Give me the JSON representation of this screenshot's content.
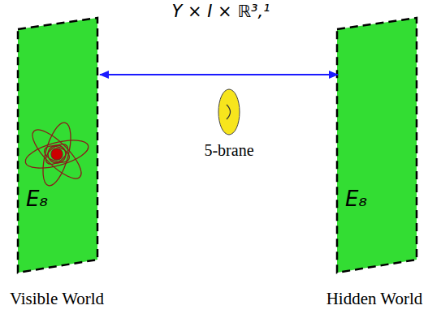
{
  "diagram": {
    "nodes": [
      {
        "text": [
          "E₈",
          "Visible World"
        ]
      },
      {
        "text": [
          "5-brane"
        ]
      },
      {
        "text": [
          "E₈",
          "Hidden World"
        ]
      }
    ],
    "edges": [
      {
        "from": 0,
        "to": 2,
        "arrow": "both"
      }
    ],
    "labels": [
      "Y × I × ℝ³,¹"
    ]
  }
}
